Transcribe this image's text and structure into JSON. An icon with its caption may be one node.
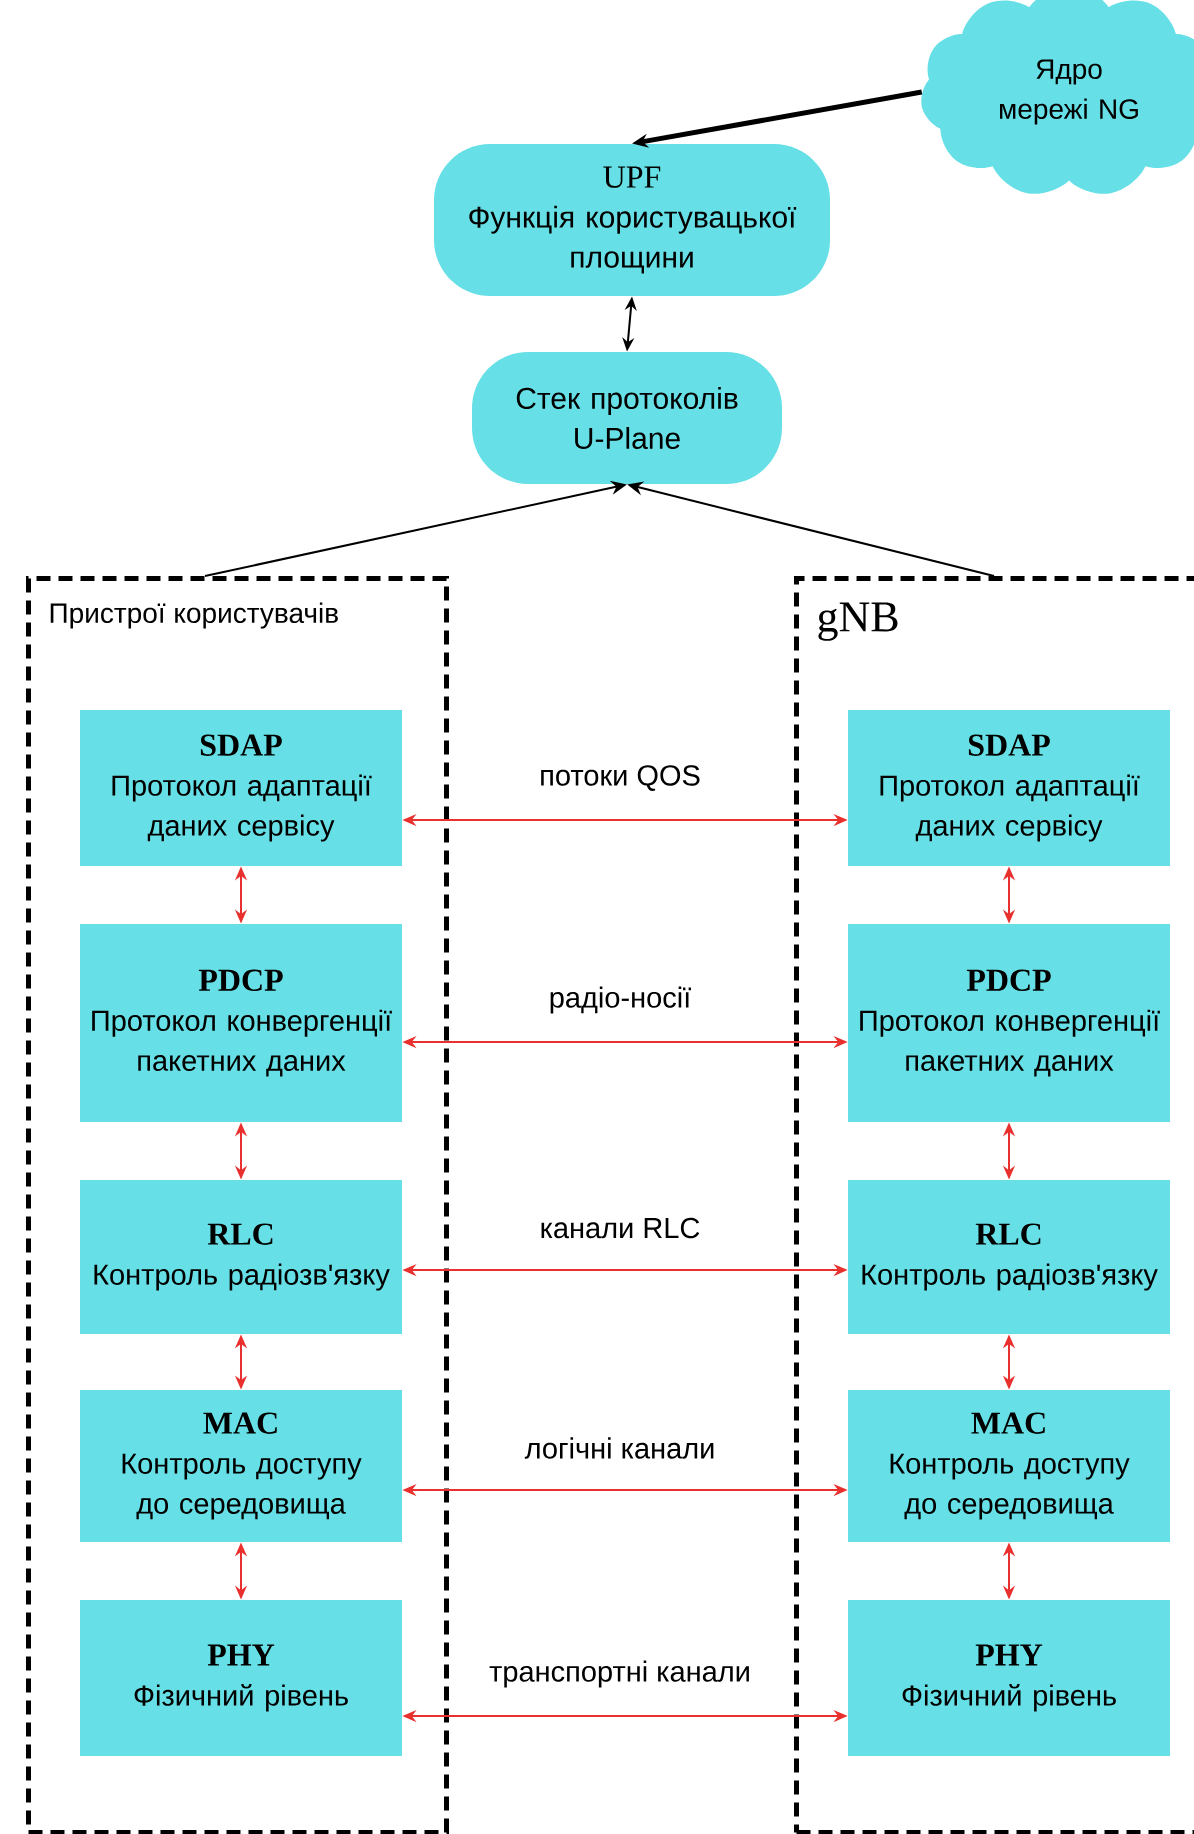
{
  "diagram": {
    "nodes": [
      {
        "text": [
          "Ядро мережі NG"
        ]
      },
      {
        "text": [
          "UPF",
          "Функція користувацької площини"
        ]
      },
      {
        "text": [
          "Стек протоколів U-Plane"
        ]
      },
      {
        "text": [
          "Пристрої користувачів"
        ]
      },
      {
        "text": [
          "SDAP",
          "Протокол адаптації даних сервісу"
        ],
        "in": 3
      },
      {
        "text": [
          "PDCP",
          "Протокол конвергенції пакетних даних"
        ],
        "in": 3
      },
      {
        "text": [
          "RLC",
          "Контроль радіозв'язку"
        ],
        "in": 3
      },
      {
        "text": [
          "MAC",
          "Контроль доступу до середовища"
        ],
        "in": 3
      },
      {
        "text": [
          "PHY",
          "Фізичний рівень"
        ],
        "in": 3
      },
      {
        "text": [
          "gNB"
        ]
      },
      {
        "text": [
          "SDAP",
          "Протокол адаптації даних сервісу"
        ],
        "in": 9
      },
      {
        "text": [
          "PDCP",
          "Протокол конвергенції пакетних даних"
        ],
        "in": 9
      },
      {
        "text": [
          "RLC",
          "Контроль радіозв'язку"
        ],
        "in": 9
      },
      {
        "text": [
          "MAC",
          "Контроль доступу до середовища"
        ],
        "in": 9
      },
      {
        "text": [
          "PHY",
          "Фізичний рівень"
        ],
        "in": 9
      }
    ],
    "edges": [
      {
        "from": 0,
        "to": 1,
        "arrow": "to",
        "style": "thick",
        "color": "#000000"
      },
      {
        "from": 1,
        "to": 2,
        "arrow": "both",
        "color": "#000000"
      },
      {
        "from": 3,
        "to": 2,
        "arrow": "to",
        "color": "#000000"
      },
      {
        "from": 9,
        "to": 2,
        "arrow": "to",
        "color": "#000000"
      },
      {
        "from": 4,
        "to": 5,
        "arrow": "both"
      },
      {
        "from": 5,
        "to": 6,
        "arrow": "both"
      },
      {
        "from": 6,
        "to": 7,
        "arrow": "both"
      },
      {
        "from": 7,
        "to": 8,
        "arrow": "both"
      },
      {
        "from": 10,
        "to": 11,
        "arrow": "both"
      },
      {
        "from": 11,
        "to": 12,
        "arrow": "both"
      },
      {
        "from": 12,
        "to": 13,
        "arrow": "both"
      },
      {
        "from": 13,
        "to": 14,
        "arrow": "both"
      },
      {
        "from": 4,
        "to": 10,
        "arrow": "both",
        "label": "потоки QOS"
      },
      {
        "from": 5,
        "to": 11,
        "arrow": "both",
        "label": "радіо-носії"
      },
      {
        "from": 6,
        "to": 12,
        "arrow": "both",
        "label": "канали RLC"
      },
      {
        "from": 7,
        "to": 13,
        "arrow": "both",
        "label": "логічні канали"
      },
      {
        "from": 8,
        "to": 14,
        "arrow": "both",
        "label": "транспортні канали"
      }
    ]
  }
}
